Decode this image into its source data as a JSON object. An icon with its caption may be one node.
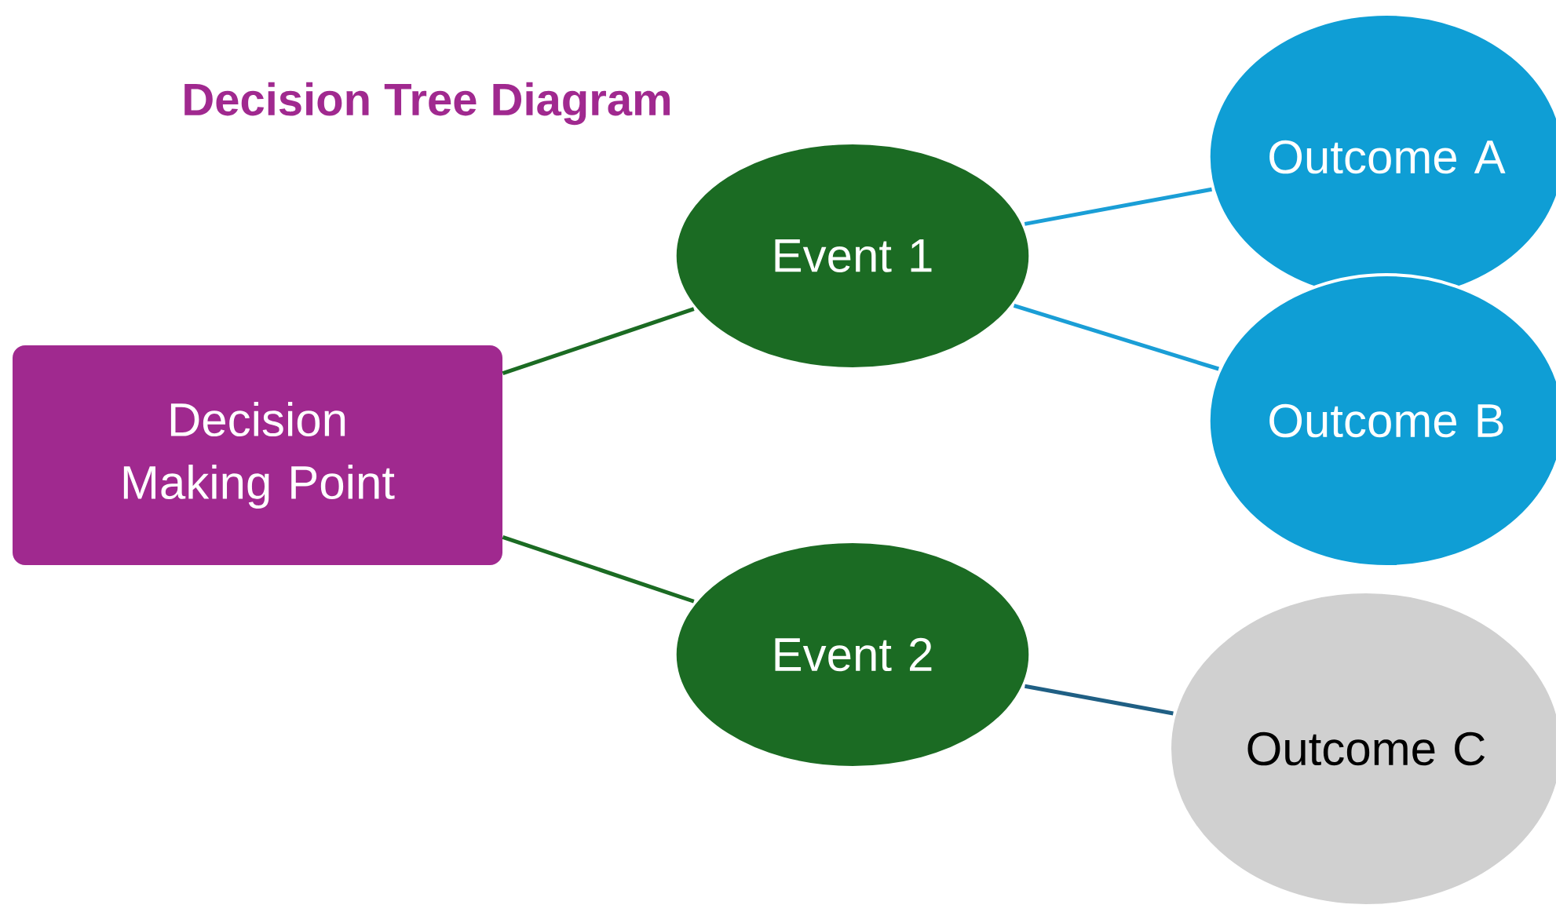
{
  "diagram": {
    "title": "Decision Tree Diagram",
    "nodes": [
      {
        "text": [
          "Decision Making Point"
        ]
      },
      {
        "text": [
          "Event 1"
        ]
      },
      {
        "text": [
          "Event 2"
        ]
      },
      {
        "text": [
          "Outcome A"
        ]
      },
      {
        "text": [
          "Outcome B"
        ]
      },
      {
        "text": [
          "Outcome C"
        ]
      }
    ],
    "edges": [
      {
        "from": 0,
        "to": 1,
        "arrow": "none",
        "color": "#1b6b23"
      },
      {
        "from": 0,
        "to": 2,
        "arrow": "none",
        "color": "#1b6b23"
      },
      {
        "from": 1,
        "to": 3,
        "arrow": "none",
        "color": "#1a9ed6"
      },
      {
        "from": 1,
        "to": 4,
        "arrow": "none",
        "color": "#1a9ed6"
      },
      {
        "from": 2,
        "to": 5,
        "arrow": "none",
        "color": "#1f5f84"
      }
    ]
  }
}
